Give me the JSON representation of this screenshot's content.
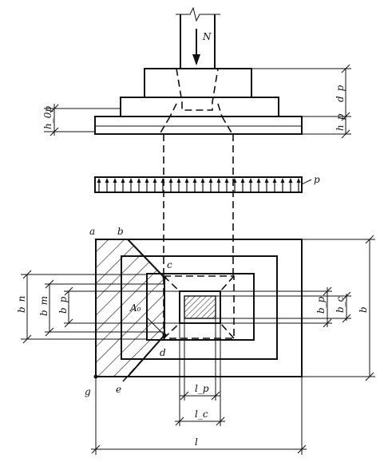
{
  "labels": {
    "N": "N",
    "d_p": "d_p",
    "h_p": "h_p",
    "h_0p": "h_0p",
    "p": "p",
    "a": "a",
    "b_pt": "b",
    "c": "c",
    "d_pt": "d",
    "e": "e",
    "g": "g",
    "A0": "A₀",
    "b_n": "b_n",
    "b_m": "b_m",
    "b_p_left": "b_p",
    "b_p_right": "b_p",
    "b_c": "b_c",
    "b_dim": "b",
    "l_p": "l_p",
    "l_c": "l_c",
    "l_dim": "l"
  }
}
